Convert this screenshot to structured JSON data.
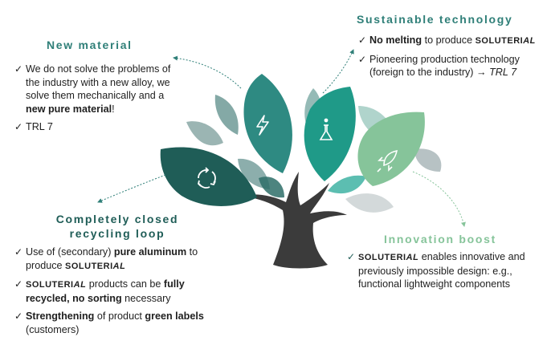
{
  "colors": {
    "leaf_dark": "#1f5d57",
    "leaf_mid": "#2e8a82",
    "leaf_teal": "#22a08e",
    "leaf_light": "#86c49a",
    "leaf_grey": "#b7c2c4",
    "trunk": "#3b3b3b",
    "heading_teal": "#2f7f78",
    "heading_green": "#86c49a"
  },
  "new_material": {
    "heading": "New material",
    "bullets": [
      {
        "pre": "We do not solve the problems of the industry with a new alloy, we solve them mechanically and a ",
        "bold": "new pure material",
        "post": "!"
      },
      {
        "pre": "TRL 7",
        "bold": "",
        "post": ""
      }
    ]
  },
  "sustainable": {
    "heading": "Sustainable technology",
    "b1_bold": "No melting",
    "b1_mid": " to produce ",
    "b1_brand_a": "SOLUTERI",
    "b1_brand_b": "AL",
    "b2_pre": "Pioneering production technology (foreign to the industry) → ",
    "b2_italic": "TRL 7"
  },
  "recycling": {
    "heading_line1": "Completely closed",
    "heading_line2": "recycling loop",
    "b1_pre": "Use of (secondary) ",
    "b1_bold": "pure aluminum",
    "b1_mid": " to produce ",
    "b1_brand_a": "SOLUTERI",
    "b1_brand_b": "AL",
    "b2_brand_a": "SOLUTERI",
    "b2_brand_b": "AL",
    "b2_mid": " products can be ",
    "b2_bold1": "fully recycled, no sorting",
    "b2_post": " necessary",
    "b3_bold1": "Strengthening",
    "b3_mid": " of product ",
    "b3_bold2": "green labels",
    "b3_post": " (customers)"
  },
  "innovation": {
    "heading": "Innovation boost",
    "brand_a": "SOLUTERI",
    "brand_b": "AL",
    "text": " enables innovative and previously impossible design: e.g., functional lightweight components"
  },
  "icons": [
    "recycle-icon",
    "lightning-icon",
    "flask-icon",
    "rocket-icon"
  ]
}
